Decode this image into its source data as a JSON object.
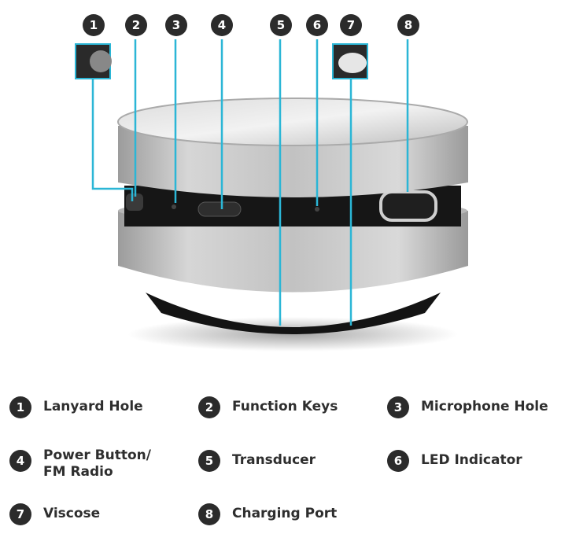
{
  "callout_numbers": [
    "1",
    "2",
    "3",
    "4",
    "5",
    "6",
    "7",
    "8"
  ],
  "legend": [
    {
      "num": "1",
      "label": "Lanyard Hole"
    },
    {
      "num": "2",
      "label": "Function Keys"
    },
    {
      "num": "3",
      "label": "Microphone Hole"
    },
    {
      "num": "4",
      "label": "Power Button/\nFM Radio"
    },
    {
      "num": "5",
      "label": "Transducer"
    },
    {
      "num": "6",
      "label": "LED Indicator"
    },
    {
      "num": "7",
      "label": "Viscose"
    },
    {
      "num": "8",
      "label": "Charging Port"
    }
  ],
  "colors": {
    "callout_line": "#2bb6d6",
    "badge": "#2b2b2b",
    "silver": "#c9c9c9",
    "dark": "#151515"
  }
}
